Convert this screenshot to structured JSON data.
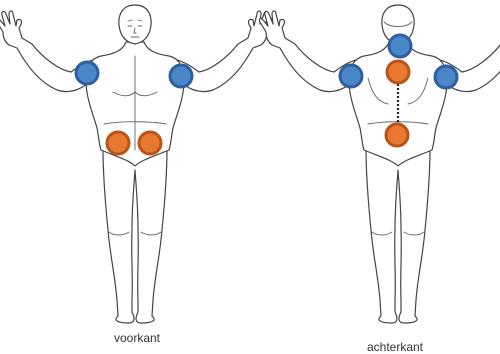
{
  "figures": {
    "front": {
      "caption": "voorkant",
      "markers": [
        {
          "name": "marker-left-upper-arm",
          "color_key": "blue"
        },
        {
          "name": "marker-right-upper-arm",
          "color_key": "blue"
        },
        {
          "name": "marker-left-hip",
          "color_key": "orange"
        },
        {
          "name": "marker-right-hip",
          "color_key": "orange"
        }
      ]
    },
    "back": {
      "caption": "achterkant",
      "markers": [
        {
          "name": "marker-neck",
          "color_key": "blue"
        },
        {
          "name": "marker-left-shoulder",
          "color_key": "blue"
        },
        {
          "name": "marker-right-shoulder",
          "color_key": "blue"
        },
        {
          "name": "marker-upper-back",
          "color_key": "orange"
        },
        {
          "name": "marker-lower-back",
          "color_key": "orange"
        }
      ],
      "connector": {
        "style": "dotted",
        "between": [
          "marker-upper-back",
          "marker-lower-back"
        ]
      }
    }
  },
  "colors": {
    "blue": {
      "fill": "#4a86c8",
      "ring": "#2e5f9e"
    },
    "orange": {
      "fill": "#e8772f",
      "ring": "#b6541c"
    },
    "outline": "#444444",
    "connector": "#222222"
  }
}
